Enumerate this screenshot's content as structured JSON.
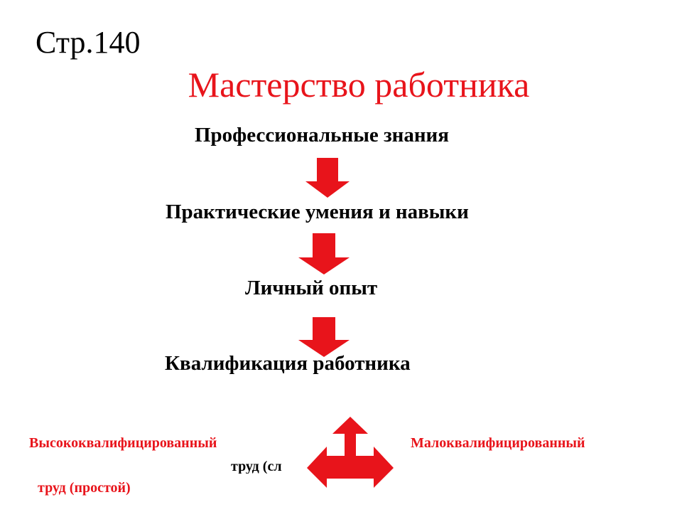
{
  "page_ref": "Стр.140",
  "title": "Мастерство работника",
  "steps": [
    "Профессиональные знания",
    "Практические умения и навыки",
    "Личный опыт",
    "Квалификация работника"
  ],
  "bottom": {
    "left_label": "Высококвалифицированный",
    "right_label": "Малоквалифицированный",
    "middle_label": "труд (сл",
    "left_sublabel": "труд (простой)"
  },
  "colors": {
    "accent": "#e8141b",
    "text": "#000000"
  }
}
